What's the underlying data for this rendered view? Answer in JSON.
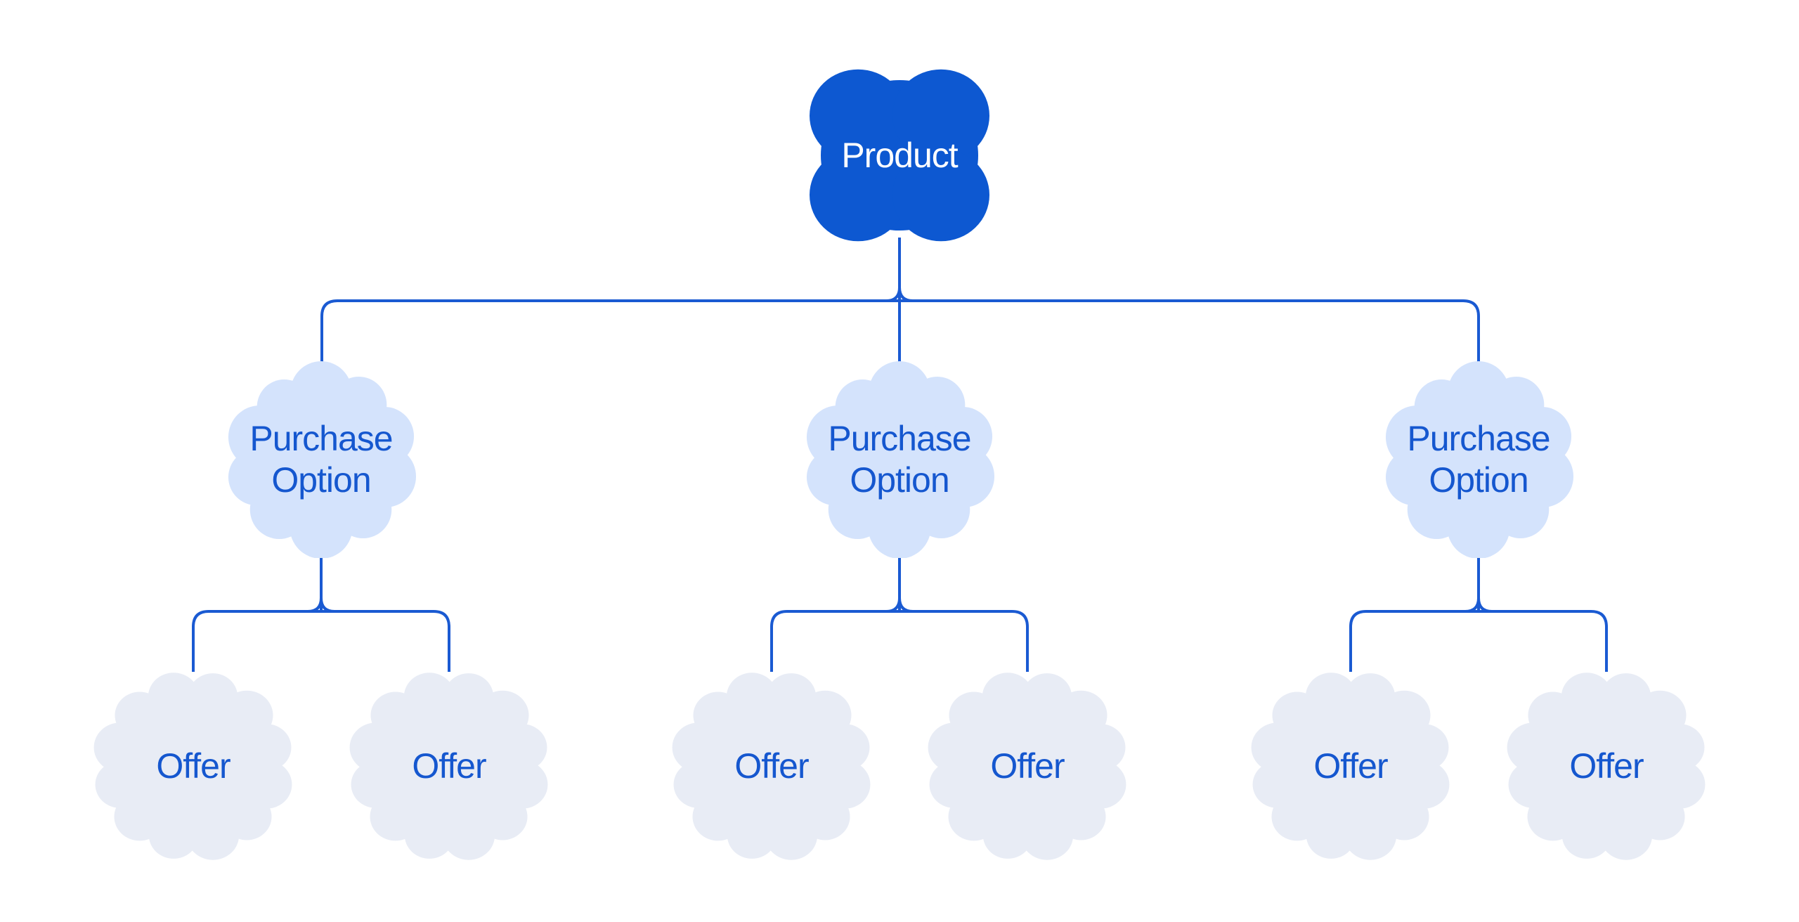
{
  "diagram": {
    "root": {
      "label": "Product"
    },
    "purchase_options": [
      {
        "label": "Purchase Option",
        "offers": [
          {
            "label": "Offer"
          },
          {
            "label": "Offer"
          }
        ]
      },
      {
        "label": "Purchase Option",
        "offers": [
          {
            "label": "Offer"
          },
          {
            "label": "Offer"
          }
        ]
      },
      {
        "label": "Purchase Option",
        "offers": [
          {
            "label": "Offer"
          },
          {
            "label": "Offer"
          }
        ]
      }
    ],
    "colors": {
      "background": "#ffffff",
      "root_fill": "#0d58d1",
      "root_text": "#ffffff",
      "purchase_option_fill": "#d4e3fc",
      "offer_fill": "#e8ecf5",
      "node_text": "#1557cf",
      "connector": "#1a5ad2"
    }
  }
}
